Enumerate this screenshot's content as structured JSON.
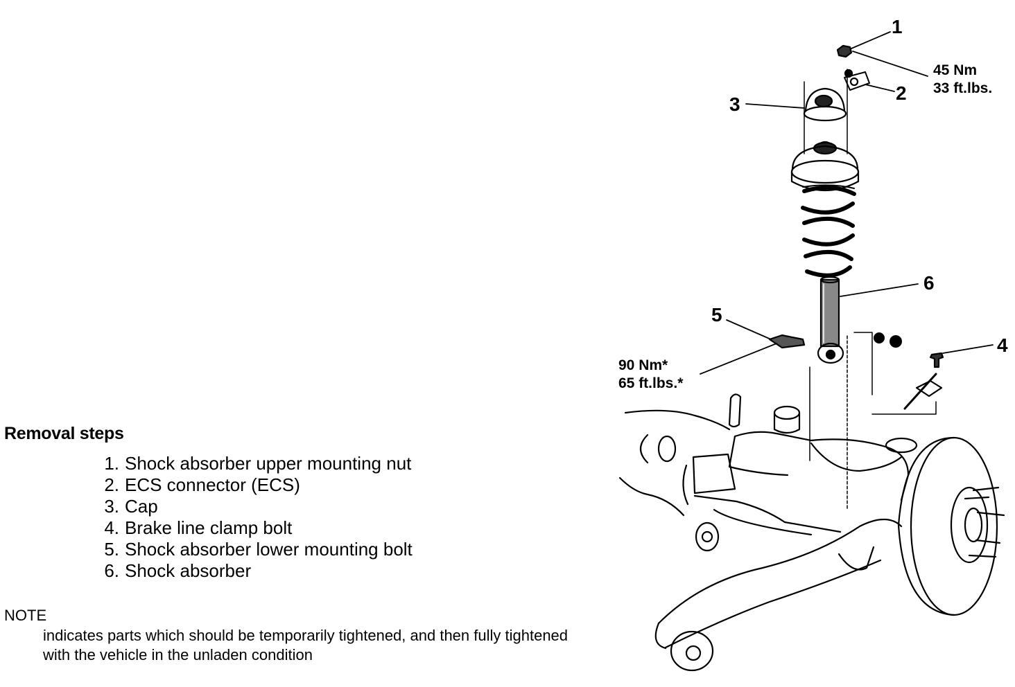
{
  "heading": "Removal steps",
  "steps": [
    {
      "num": "1.",
      "text": "Shock absorber upper mounting nut"
    },
    {
      "num": "2.",
      "text": "ECS connector (ECS)"
    },
    {
      "num": "3.",
      "text": "Cap"
    },
    {
      "num": "4.",
      "text": "Brake line clamp bolt"
    },
    {
      "num": "5.",
      "text": "Shock absorber lower mounting bolt"
    },
    {
      "num": "6.",
      "text": "Shock absorber"
    }
  ],
  "note": {
    "label": "NOTE",
    "text": "indicates parts which should be temporarily tightened, and then fully tightened with the vehicle in the unladen condition"
  },
  "diagram": {
    "callouts": [
      "1",
      "2",
      "3",
      "4",
      "5",
      "6"
    ],
    "torque_upper": {
      "nm": "45 Nm",
      "ftlb": "33 ft.lbs."
    },
    "torque_lower": {
      "nm": "90 Nm*",
      "ftlb": "65 ft.lbs.*"
    }
  }
}
